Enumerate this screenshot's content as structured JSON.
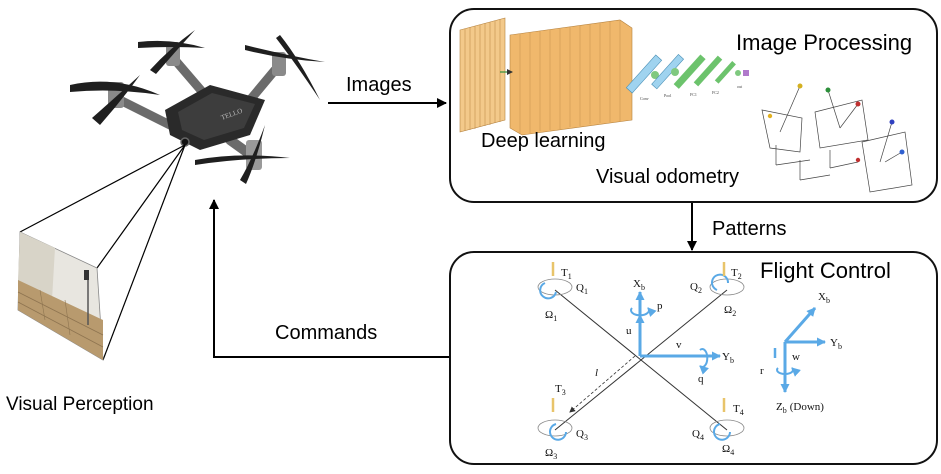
{
  "edges": {
    "images": "Images",
    "patterns": "Patterns",
    "commands": "Commands"
  },
  "nodes": {
    "drone_caption": "Visual Perception",
    "image_processing": {
      "title": "Image Processing",
      "deep_learning": "Deep learning",
      "visual_odometry": "Visual odometry"
    },
    "flight_control": {
      "title": "Flight Control",
      "rotors": [
        {
          "thrust": "T",
          "thrust_sub": "1",
          "torque": "Q",
          "torque_sub": "1",
          "speed": "Ω",
          "speed_sub": "1"
        },
        {
          "thrust": "T",
          "thrust_sub": "2",
          "torque": "Q",
          "torque_sub": "2",
          "speed": "Ω",
          "speed_sub": "2"
        },
        {
          "thrust": "T",
          "thrust_sub": "3",
          "torque": "Q",
          "torque_sub": "3",
          "speed": "Ω",
          "speed_sub": "3"
        },
        {
          "thrust": "T",
          "thrust_sub": "4",
          "torque": "Q",
          "torque_sub": "4",
          "speed": "Ω",
          "speed_sub": "4"
        }
      ],
      "arm_length": "l",
      "body_axes": {
        "x": "X",
        "x_sub": "b",
        "y": "Y",
        "y_sub": "b",
        "u": "u",
        "v": "v",
        "p": "p",
        "q": "q"
      },
      "inertial_axes": {
        "x": "X",
        "x_sub": "b",
        "y": "Y",
        "y_sub": "b",
        "z": "Z",
        "z_sub": "b",
        "z_note": "(Down)",
        "w": "w",
        "r": "r"
      }
    }
  },
  "colors": {
    "axis_blue": "#5aa9e6",
    "thrust_yellow": "#e8c46a",
    "cnn_orange": "#e9a860",
    "cnn_green": "#6cc36c",
    "panel_border": "#111111"
  }
}
